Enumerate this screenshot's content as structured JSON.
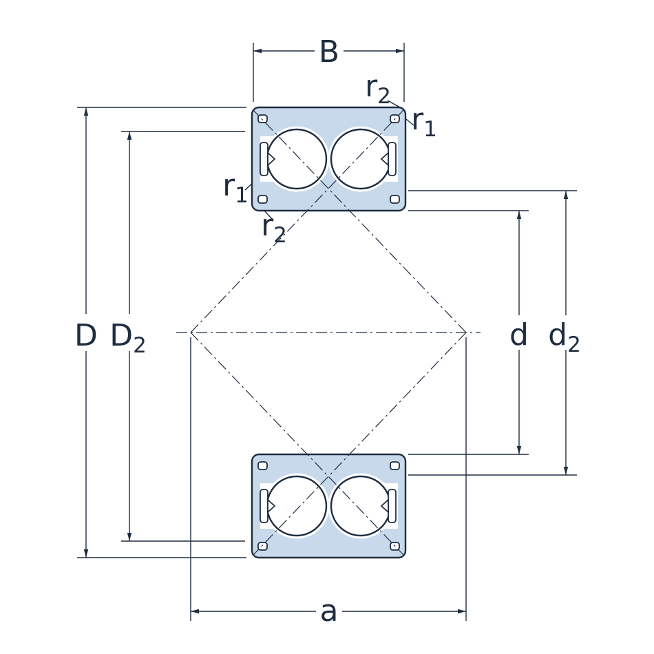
{
  "figure": {
    "kind": "double-row-bearing-cross-section-drawing",
    "colors": {
      "line": "#1e2d40",
      "fill": "#c8d9ec",
      "background": "#ffffff"
    },
    "labels": {
      "B": {
        "main": "B"
      },
      "D": {
        "main": "D"
      },
      "D2": {
        "main": "D",
        "sub": "2"
      },
      "d": {
        "main": "d"
      },
      "d2": {
        "main": "d",
        "sub": "2"
      },
      "a": {
        "main": "a"
      },
      "r1": {
        "main": "r",
        "sub": "1"
      },
      "r2": {
        "main": "r",
        "sub": "2"
      }
    }
  }
}
